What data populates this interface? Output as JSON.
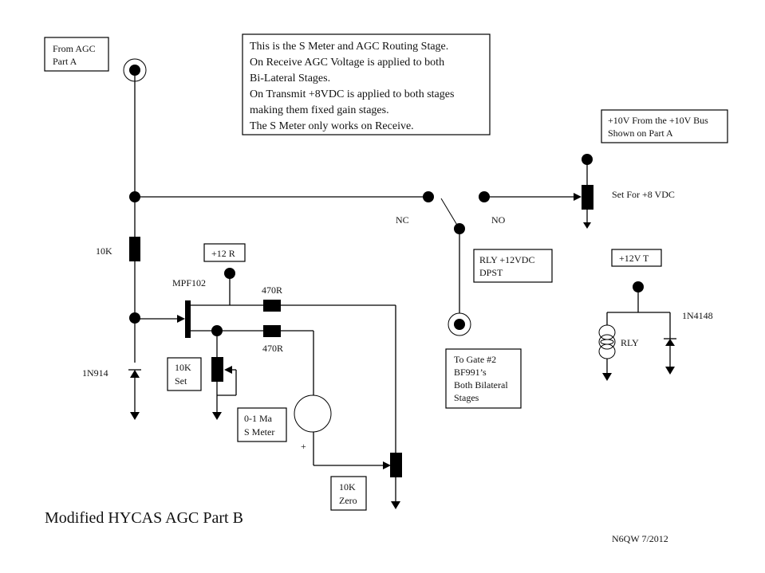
{
  "title": "Modified HYCAS AGC Part B",
  "credit": "N6QW 7/2012",
  "note_box": {
    "lines": [
      "This is the S Meter and AGC Routing Stage.",
      "On Receive AGC Voltage is applied to both",
      "Bi-Lateral Stages.",
      "On Transmit +8VDC is applied to both stages",
      "making them fixed gain stages.",
      "The S Meter only works on Receive."
    ]
  },
  "labels": {
    "from_agc": [
      "From AGC",
      "Part A"
    ],
    "plus10v": [
      "+10V From the +10V Bus",
      "Shown on Part A"
    ],
    "set_for": "Set For +8 VDC",
    "nc": "NC",
    "no": "NO",
    "r_10k": "10K",
    "plus12r": "+12 R",
    "mpf102": "MPF102",
    "r470_top": "470R",
    "r470_bottom": "470R",
    "relay_box": [
      "RLY +12VDC",
      "DPST"
    ],
    "plus12vt": "+12V T",
    "diode_1n4148": "1N4148",
    "rly": "RLY",
    "diode_1n914": "1N914",
    "pot_set": [
      "10K",
      "Set"
    ],
    "meter_box": [
      "0-1 Ma",
      "S Meter"
    ],
    "meter_plus": "+",
    "pot_zero": [
      "10K",
      "Zero"
    ],
    "gate_box": [
      "To Gate #2",
      "BF991’s",
      "Both Bilateral",
      "Stages"
    ]
  }
}
